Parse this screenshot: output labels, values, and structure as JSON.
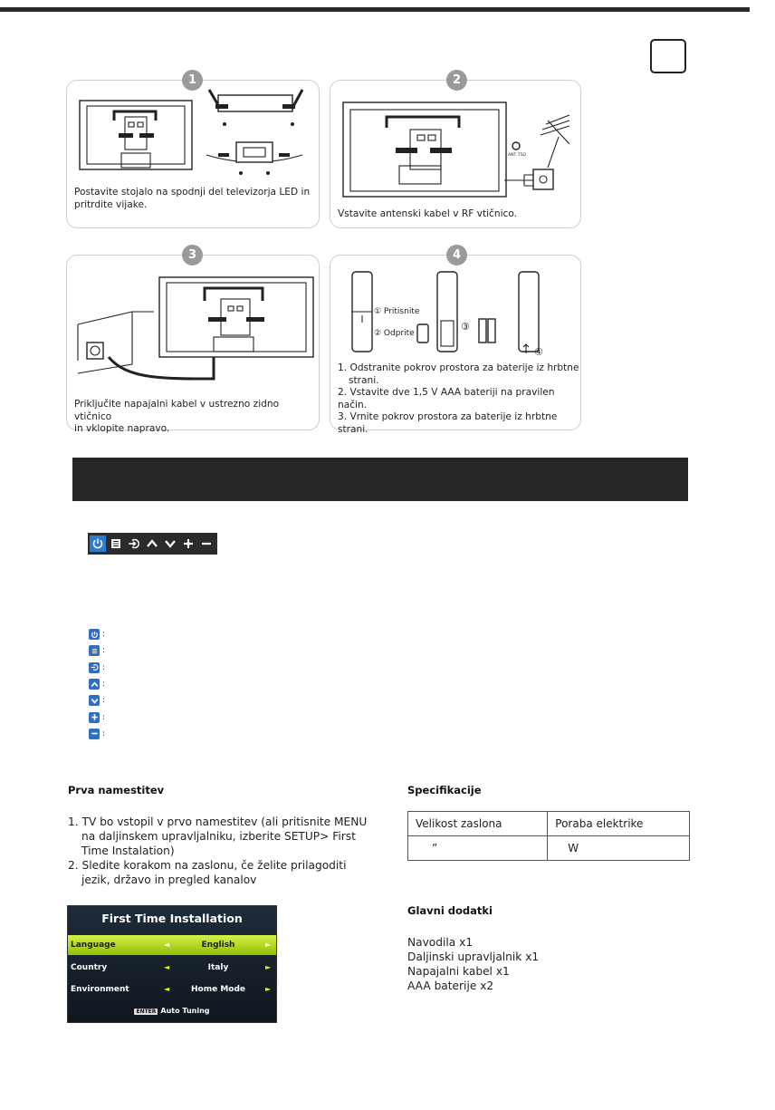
{
  "steps": [
    {
      "number": "1",
      "caption_lines": [
        "Postavite stojalo na spodnji del televizorja LED in",
        "pritrdite vijake."
      ]
    },
    {
      "number": "2",
      "caption_lines": [
        "Vstavite antenski kabel v RF vtičnico."
      ],
      "antenna_label": "ANT 75Ω"
    },
    {
      "number": "3",
      "caption_lines": [
        "Priključite napajalni kabel v ustrezno zidno vtičnico",
        "in vklopite napravo."
      ]
    },
    {
      "number": "4",
      "press_label": "① Pritisnite",
      "open_label": "② Odprite",
      "step_marks": [
        "③",
        "④"
      ],
      "caption_lines": [
        "1. Odstranite pokrov prostora za baterije iz hrbtne",
        "strani.",
        "2. Vstavite dve 1,5 V AAA bateriji na pravilen način.",
        "3. Vrnite pokrov prostora za baterije iz hrbtne strani."
      ]
    }
  ],
  "control_panel": {
    "buttons": [
      {
        "icon": "power-icon",
        "selected": true
      },
      {
        "icon": "menu-icon",
        "selected": false
      },
      {
        "icon": "source-icon",
        "selected": false
      },
      {
        "icon": "chevron-up-icon",
        "selected": false
      },
      {
        "icon": "chevron-down-icon",
        "selected": false
      },
      {
        "icon": "plus-icon",
        "selected": false
      },
      {
        "icon": "minus-icon",
        "selected": false
      }
    ],
    "legend_separator": ":",
    "accent_color": "#2a7bd2"
  },
  "first_install": {
    "heading": "Prva namestitev",
    "items": [
      {
        "lines": [
          "1. TV bo vstopil v prvo namestitev (ali pritisnite MENU",
          "na daljinskem upravljalniku, izberite SETUP> First",
          "Time Instalation)"
        ]
      },
      {
        "lines": [
          "2. Sledite korakom na zaslonu, če želite prilagoditi",
          "jezik, državo in pregled kanalov"
        ]
      }
    ]
  },
  "osd": {
    "title": "First Time Installation",
    "rows": [
      {
        "label": "Language",
        "value": "English"
      },
      {
        "label": "Country",
        "value": "Italy"
      },
      {
        "label": "Environment",
        "value": "Home Mode"
      }
    ],
    "arrow_left": "◄",
    "arrow_right": "►",
    "footer_key": "ENTER",
    "footer_text": "Auto Tuning",
    "highlight_color": "#c8e832"
  },
  "specs": {
    "heading": "Specifikacije",
    "headers": [
      "Velikost zaslona",
      "Poraba elektrike"
    ],
    "values": [
      "”",
      "W"
    ]
  },
  "accessories": {
    "heading": "Glavni dodatki",
    "items": [
      "Navodila x1",
      "Daljinski upravljalnik x1",
      "Napajalni kabel x1",
      "AAA baterije x2"
    ]
  }
}
